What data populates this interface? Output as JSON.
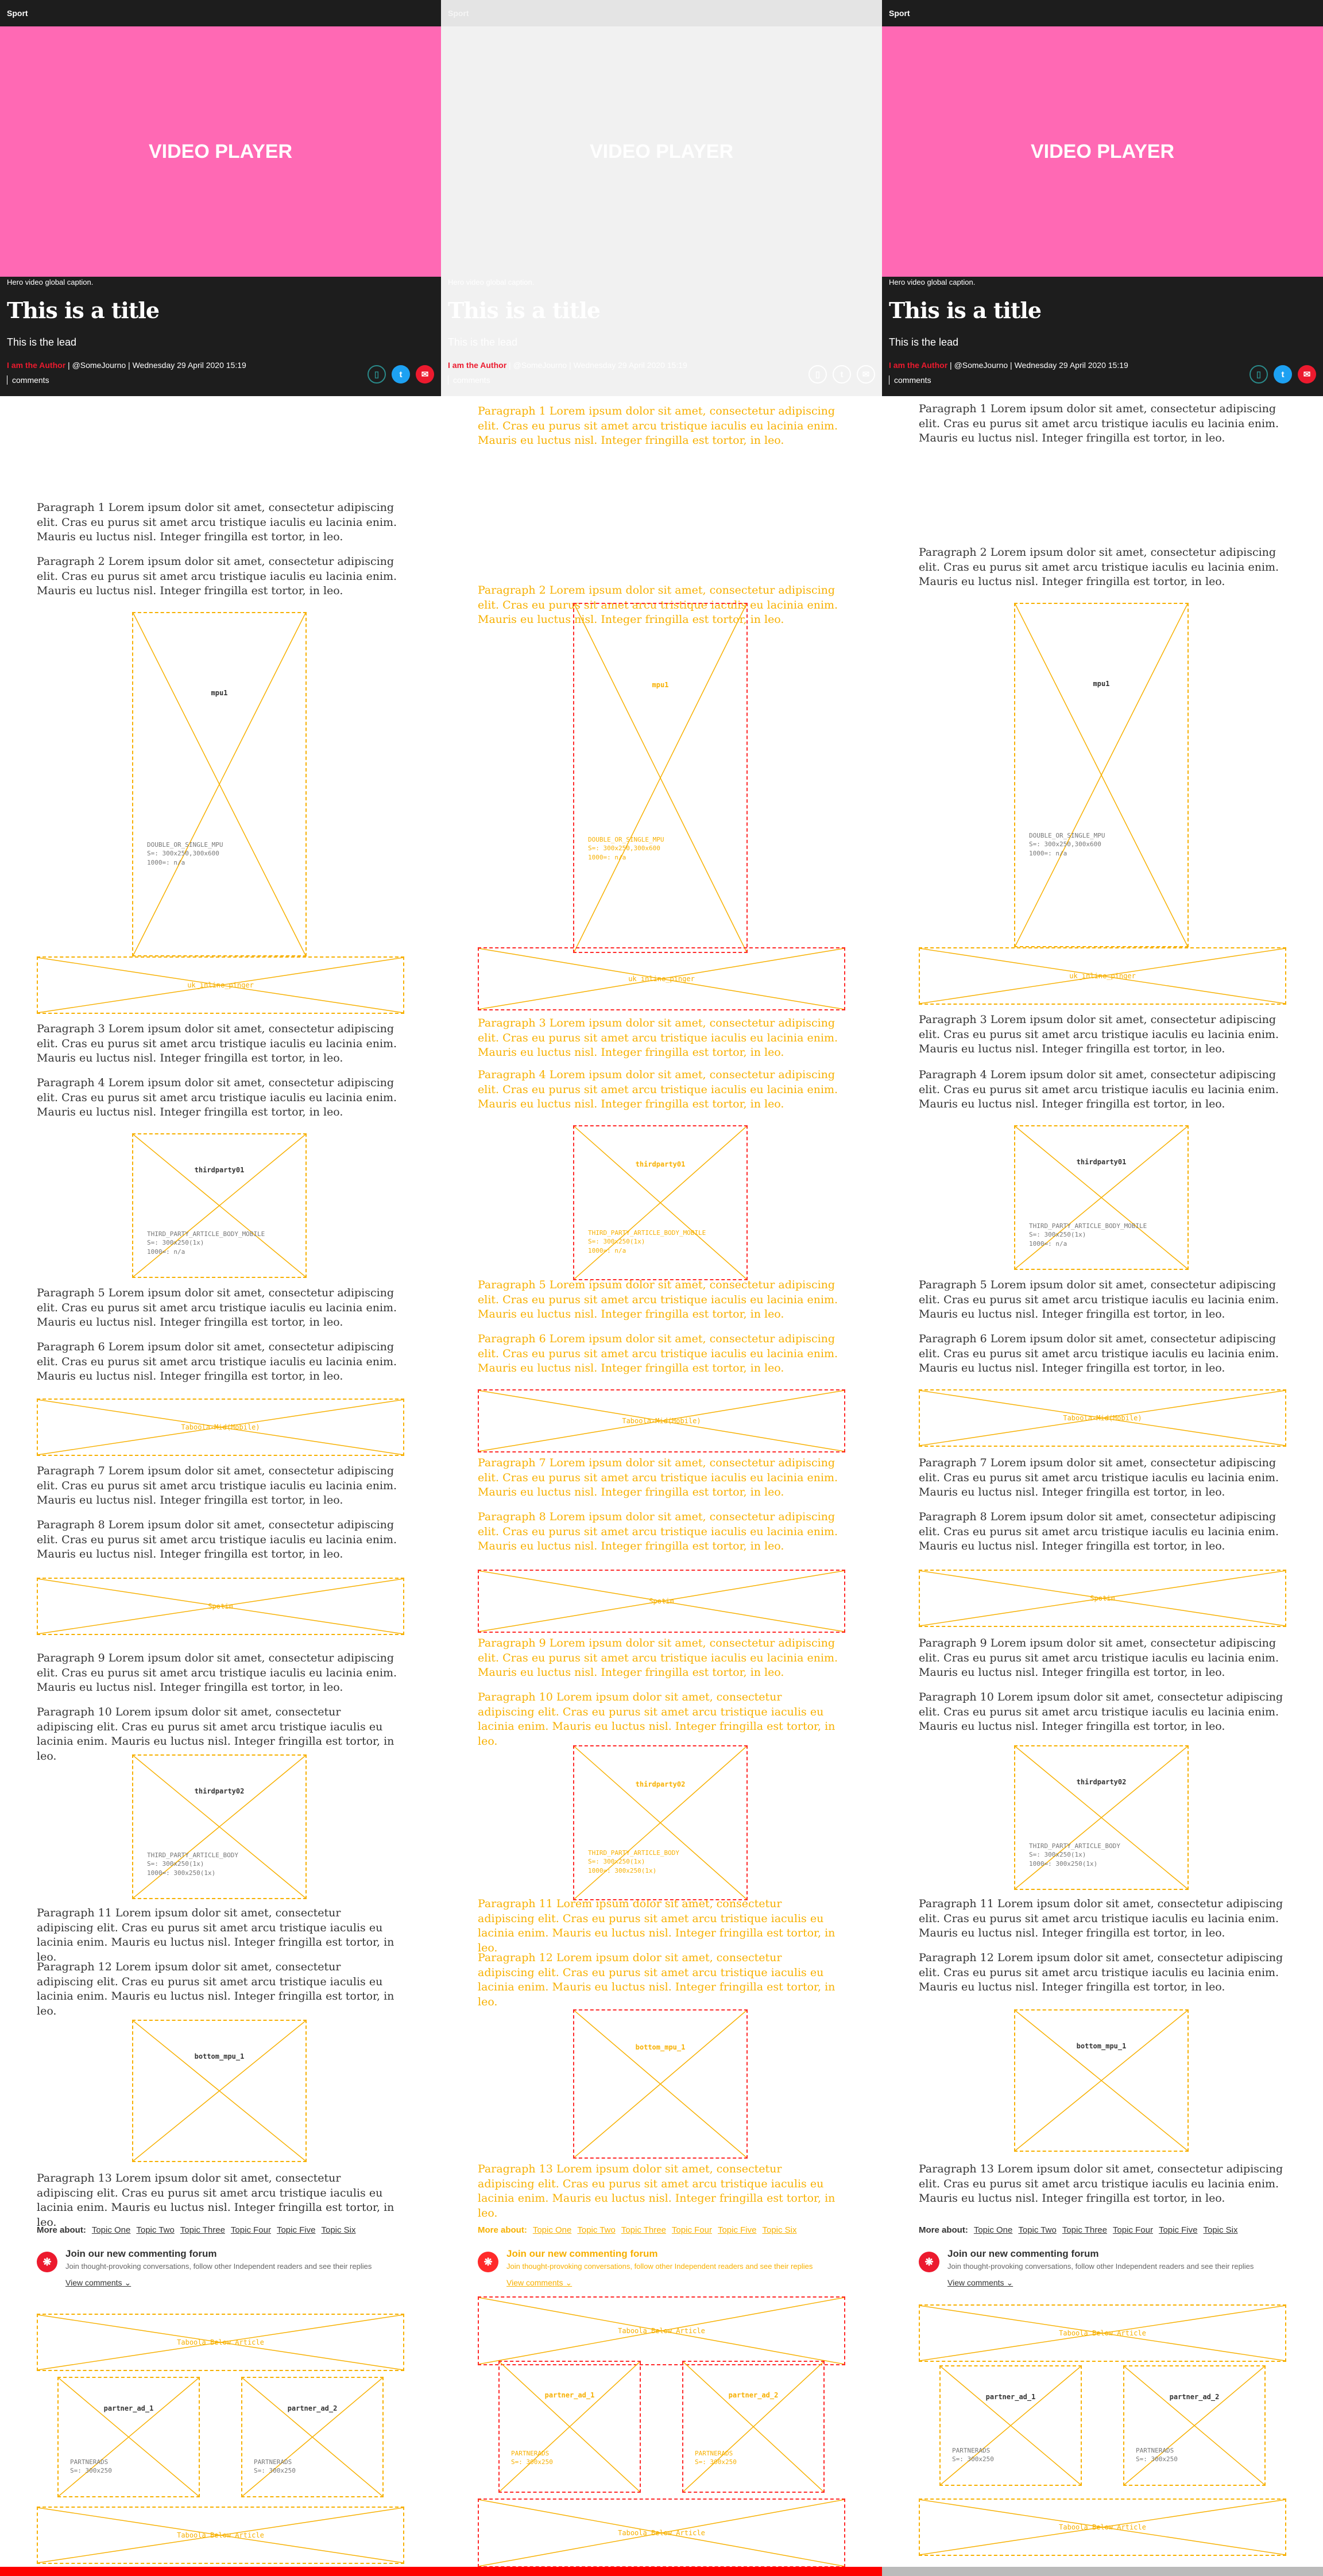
{
  "nav": {
    "section": "Sport"
  },
  "video": {
    "label": "VIDEO PLAYER"
  },
  "hero": {
    "caption": "Hero video global caption.",
    "title": "This is a title",
    "lead": "This is the lead",
    "author": "I am the Author",
    "handle": "| @SomeJourno | Wednesday 29 April 2020 15:19",
    "comments": "comments"
  },
  "paragraphs": {
    "p1": "Paragraph 1 Lorem ipsum dolor sit amet, consectetur adipiscing elit. Cras eu purus sit amet arcu tristique iaculis eu lacinia enim. Mauris eu luctus nisl. Integer fringilla est tortor, in leo.",
    "p2": "Paragraph 2 Lorem ipsum dolor sit amet, consectetur adipiscing elit. Cras eu purus sit amet arcu tristique iaculis eu lacinia enim. Mauris eu luctus nisl. Integer fringilla est tortor, in leo.",
    "p3": "Paragraph 3 Lorem ipsum dolor sit amet, consectetur adipiscing elit. Cras eu purus sit amet arcu tristique iaculis eu lacinia enim. Mauris eu luctus nisl. Integer fringilla est tortor, in leo.",
    "p4": "Paragraph 4 Lorem ipsum dolor sit amet, consectetur adipiscing elit. Cras eu purus sit amet arcu tristique iaculis eu lacinia enim. Mauris eu luctus nisl. Integer fringilla est tortor, in leo.",
    "p5": "Paragraph 5 Lorem ipsum dolor sit amet, consectetur adipiscing elit. Cras eu purus sit amet arcu tristique iaculis eu lacinia enim. Mauris eu luctus nisl. Integer fringilla est tortor, in leo.",
    "p6": "Paragraph 6 Lorem ipsum dolor sit amet, consectetur adipiscing elit. Cras eu purus sit amet arcu tristique iaculis eu lacinia enim. Mauris eu luctus nisl. Integer fringilla est tortor, in leo.",
    "p7": "Paragraph 7 Lorem ipsum dolor sit amet, consectetur adipiscing elit. Cras eu purus sit amet arcu tristique iaculis eu lacinia enim. Mauris eu luctus nisl. Integer fringilla est tortor, in leo.",
    "p8": "Paragraph 8 Lorem ipsum dolor sit amet, consectetur adipiscing elit. Cras eu purus sit amet arcu tristique iaculis eu lacinia enim. Mauris eu luctus nisl. Integer fringilla est tortor, in leo.",
    "p9": "Paragraph 9 Lorem ipsum dolor sit amet, consectetur adipiscing elit. Cras eu purus sit amet arcu tristique iaculis eu lacinia enim. Mauris eu luctus nisl. Integer fringilla est tortor, in leo.",
    "p10": "Paragraph 10 Lorem ipsum dolor sit amet, consectetur adipiscing elit. Cras eu purus sit amet arcu tristique iaculis eu lacinia enim. Mauris eu luctus nisl. Integer fringilla est tortor, in leo.",
    "p11": "Paragraph 11 Lorem ipsum dolor sit amet, consectetur adipiscing elit. Cras eu purus sit amet arcu tristique iaculis eu lacinia enim. Mauris eu luctus nisl. Integer fringilla est tortor, in leo.",
    "p12": "Paragraph 12 Lorem ipsum dolor sit amet, consectetur adipiscing elit. Cras eu purus sit amet arcu tristique iaculis eu lacinia enim. Mauris eu luctus nisl. Integer fringilla est tortor, in leo.",
    "p13": "Paragraph 13 Lorem ipsum dolor sit amet, consectetur adipiscing elit. Cras eu purus sit amet arcu tristique iaculis eu lacinia enim. Mauris eu luctus nisl. Integer fringilla est tortor, in leo."
  },
  "ads": {
    "mpu1": {
      "name": "mpu1",
      "sub": "DOUBLE_OR_SINGLE_MPU\nS=: 300x250,300x600\n1000=: n/a"
    },
    "ukp": "uk_inline_pinger",
    "tp1": {
      "name": "thirdparty01",
      "sub": "THIRD_PARTY_ARTICLE_BODY_MOBILE\nS=: 300x250(1x)\n1000=: n/a"
    },
    "taboola1": "Taboola-Mid(Mobile)",
    "spotim": "Spotim",
    "tp2": {
      "name": "thirdparty02",
      "sub": "THIRD_PARTY_ARTICLE_BODY\nS=: 300x250(1x)\n1000=: 300x250(1x)"
    },
    "bottom": {
      "name": "bottom_mpu_1"
    },
    "taboolaBelow": "Taboola Below Article",
    "pa1": {
      "name": "partner_ad_1",
      "sub": "PARTNERADS\nS=: 300x250"
    },
    "pa2": {
      "name": "partner_ad_2",
      "sub": "PARTNERADS\nS=: 300x250"
    }
  },
  "more": {
    "label": "More about:",
    "topics": [
      "Topic One",
      "Topic Two",
      "Topic Three",
      "Topic Four",
      "Topic Five",
      "Topic Six"
    ]
  },
  "forum": {
    "title": "Join our new commenting forum",
    "sub": "Join thought-provoking conversations, follow other Independent readers and see their replies",
    "link": "View comments ⌄"
  },
  "colors": {
    "accent": "#ec1a2e",
    "video": "#ff69b4",
    "adBorder": "#f7b000",
    "debugBorder": "#ff2a2a"
  }
}
